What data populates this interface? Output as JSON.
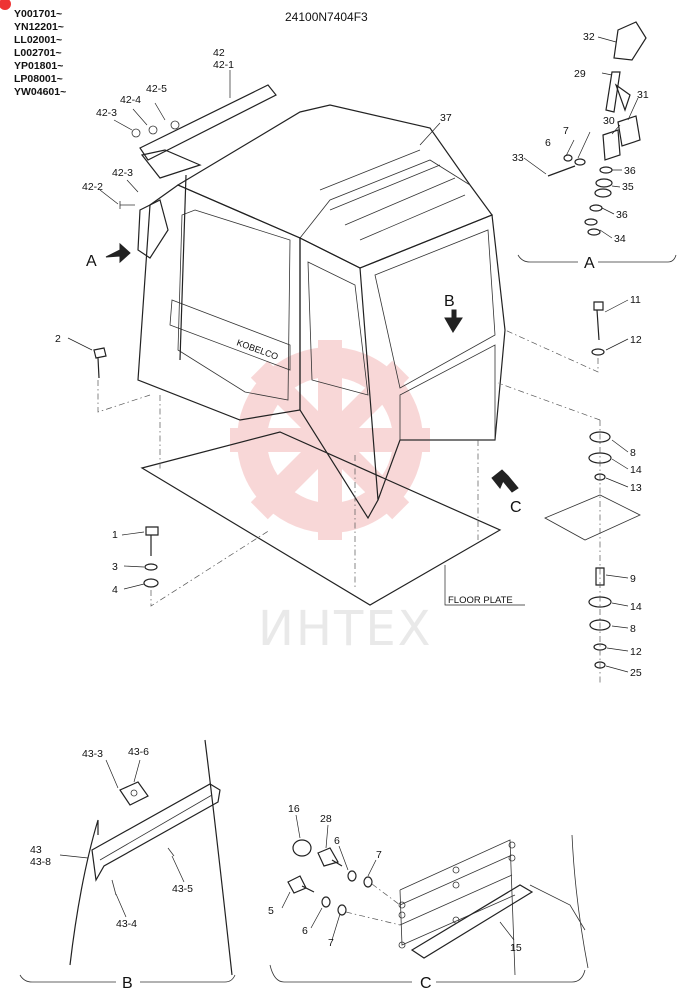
{
  "serial_numbers": [
    "Y001701~",
    "YN12201~",
    "LL02001~",
    "L002701~",
    "YP01801~",
    "LP08001~",
    "YW04601~"
  ],
  "drawing_number": "24100N7404F3",
  "watermark": "ИНТЕХ",
  "brand_on_cab": "KOBELCO",
  "floor_plate_label": "FLOOR PLATE",
  "view_letters": {
    "A": "A",
    "B": "B",
    "C": "C"
  },
  "main_labels": {
    "p42": "42",
    "p42_1": "42-1",
    "p42_5": "42-5",
    "p42_4": "42-4",
    "p42_3a": "42-3",
    "p42_3b": "42-3",
    "p42_2": "42-2",
    "p37": "37",
    "p2": "2",
    "p1": "1",
    "p3": "3",
    "p4": "4",
    "p11": "11",
    "p12a": "12",
    "p8a": "8",
    "p14a": "14",
    "p13": "13",
    "p9": "9",
    "p14b": "14",
    "p8b": "8",
    "p12b": "12",
    "p25": "25"
  },
  "detail_a_labels": {
    "p32": "32",
    "p29": "29",
    "p31": "31",
    "p30": "30",
    "p7": "7",
    "p6": "6",
    "p33": "33",
    "p36a": "36",
    "p35": "35",
    "p36b": "36",
    "p34": "34"
  },
  "detail_b_labels": {
    "p43_3": "43-3",
    "p43_6": "43-6",
    "p43": "43",
    "p43_8": "43-8",
    "p43_5": "43-5",
    "p43_4": "43-4"
  },
  "detail_c_labels": {
    "p16": "16",
    "p28": "28",
    "p6a": "6",
    "p7a": "7",
    "p5": "5",
    "p6b": "6",
    "p7b": "7",
    "p15": "15"
  }
}
